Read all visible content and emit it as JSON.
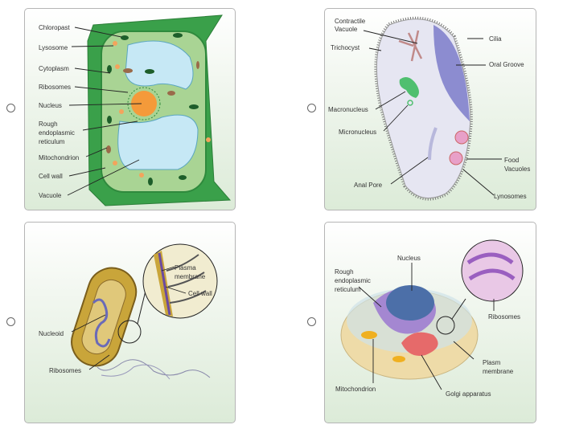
{
  "options": [
    {
      "id": "plant-cell",
      "selected": false,
      "labels": {
        "chloroplast": "Chloropast",
        "lysosome": "Lysosome",
        "cytoplasm": "Cytoplasm",
        "ribosomes": "Ribosomes",
        "nucleus": "Nucleus",
        "rer1": "Rough",
        "rer2": "endoplasmic",
        "rer3": "reticulum",
        "mitochondrion": "Mitochondrion",
        "cell_wall": "Cell wall",
        "vacuole": "Vacuole"
      }
    },
    {
      "id": "paramecium",
      "selected": false,
      "labels": {
        "cv1": "Contractile",
        "cv2": "Vacuole",
        "trichocyst": "Trichocyst",
        "cilia": "Cilia",
        "oral_groove": "Oral Groove",
        "macronucleus": "Macronucleus",
        "micronucleus": "Micronucleus",
        "food1": "Food",
        "food2": "Vacuoles",
        "anal_pore": "Anal Pore",
        "lysosomes": "Lynosomes"
      }
    },
    {
      "id": "bacterium",
      "selected": false,
      "labels": {
        "pm1": "Plasma",
        "pm2": "membrane",
        "cell_wall": "Cell wall",
        "nucleoid": "Nucleoid",
        "ribosomes": "Ribosomes"
      }
    },
    {
      "id": "animal-cell",
      "selected": false,
      "labels": {
        "nucleus": "Nucleus",
        "rer1": "Rough",
        "rer2": "endoplasmic",
        "rer3": "reticulum",
        "ribosomes": "Ribosomes",
        "pm1": "Plasm",
        "pm2": "membrane",
        "mitochondrion": "Mitochondrion",
        "golgi": "Golgi apparatus"
      }
    }
  ]
}
